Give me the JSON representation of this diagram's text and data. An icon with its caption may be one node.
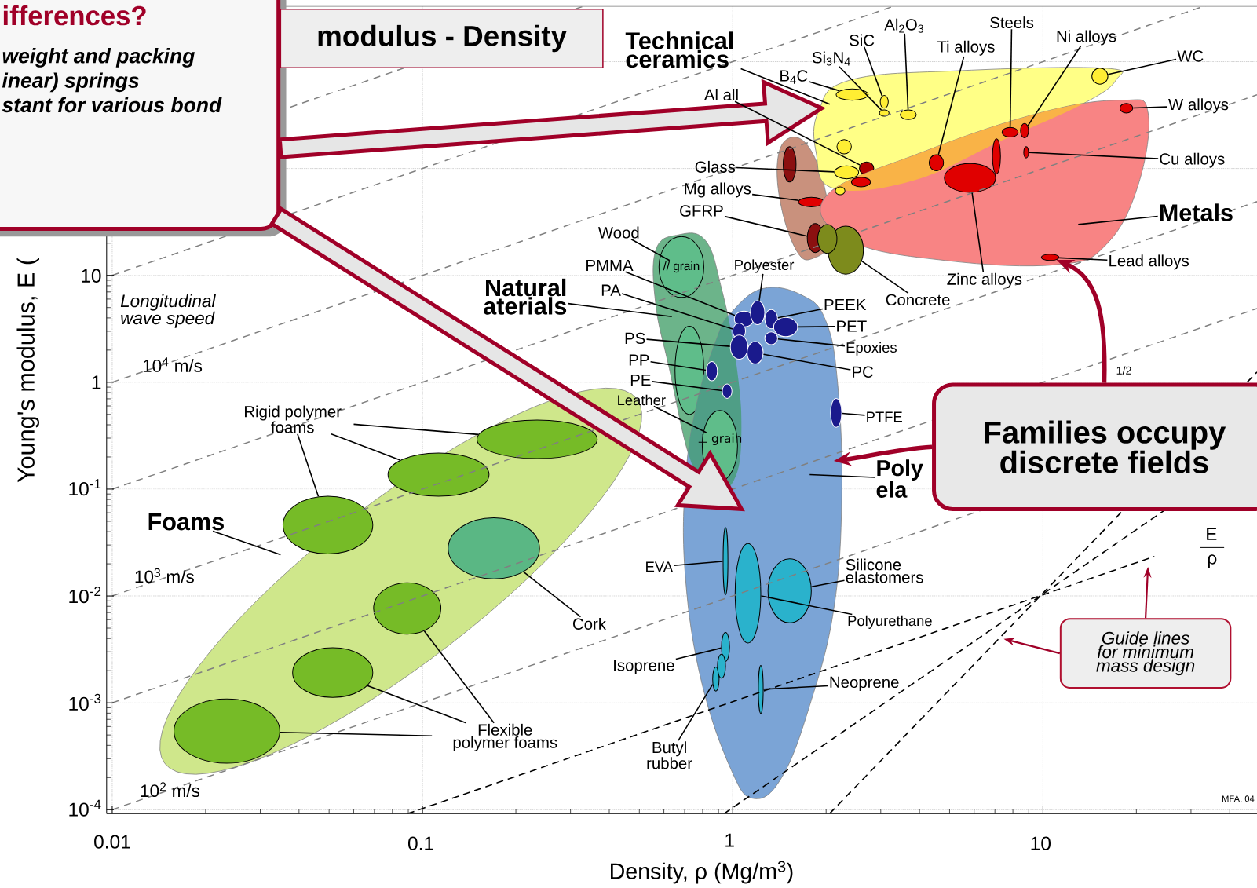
{
  "diagram": {
    "nodes": [
      {
        "text": [
          "ifferences?",
          "weight and packing",
          "inear) springs",
          "stant for various bond"
        ]
      },
      {
        "text": [
          "modulus - Density"
        ]
      },
      {
        "text": [
          "Families occupy discrete fields"
        ]
      },
      {
        "text": [
          "Guide lines for minimum mass design"
        ]
      },
      {
        "text": [
          "Technical ceramics"
        ]
      },
      {
        "text": [
          "B$_{4}$C"
        ]
      },
      {
        "text": [
          "Si$_{3}$N$_{4}$"
        ]
      },
      {
        "text": [
          "SiC"
        ]
      },
      {
        "text": [
          "Al$_{2}$O$_{3}$"
        ]
      },
      {
        "text": [
          "Ti alloys"
        ]
      },
      {
        "text": [
          "Steels"
        ]
      },
      {
        "text": [
          "Ni alloys"
        ]
      },
      {
        "text": [
          "WC"
        ]
      },
      {
        "text": [
          "W alloys"
        ]
      },
      {
        "text": [
          "Cu alloys"
        ]
      },
      {
        "text": [
          "Metals"
        ]
      },
      {
        "text": [
          "Lead alloys"
        ]
      },
      {
        "text": [
          "Zinc alloys"
        ]
      },
      {
        "text": [
          "Concrete"
        ]
      },
      {
        "text": [
          "Al all"
        ]
      },
      {
        "text": [
          "Glass"
        ]
      },
      {
        "text": [
          "Mg alloys"
        ]
      },
      {
        "text": [
          "GFRP"
        ]
      },
      {
        "text": [
          "Natural aterials"
        ]
      },
      {
        "text": [
          "Wood"
        ]
      },
      {
        "text": [
          "PMMA"
        ]
      },
      {
        "text": [
          "PA"
        ]
      },
      {
        "text": [
          "Polyester"
        ]
      },
      {
        "text": [
          "PEEK"
        ]
      },
      {
        "text": [
          "PET"
        ]
      },
      {
        "text": [
          "Epoxies"
        ]
      },
      {
        "text": [
          "PC"
        ]
      },
      {
        "text": [
          "PS"
        ]
      },
      {
        "text": [
          "PP"
        ]
      },
      {
        "text": [
          "PE"
        ]
      },
      {
        "text": [
          "Leather"
        ]
      },
      {
        "text": [
          "PTFE"
        ]
      },
      {
        "text": [
          "Poly ela"
        ]
      },
      {
        "text": [
          "EVA"
        ]
      },
      {
        "text": [
          "Silicone elastomers"
        ]
      },
      {
        "text": [
          "Polyurethane"
        ]
      },
      {
        "text": [
          "Isoprene"
        ]
      },
      {
        "text": [
          "Neoprene"
        ]
      },
      {
        "text": [
          "Butyl rubber"
        ]
      },
      {
        "text": [
          "Foams"
        ]
      },
      {
        "text": [
          "Rigid polymer foams"
        ]
      },
      {
        "text": [
          "Cork"
        ]
      },
      {
        "text": [
          "Flexible polymer foams"
        ]
      },
      {
        "text": [],
        "shape": "bubble"
      },
      {
        "text": [],
        "shape": "bubble"
      },
      {
        "text": [],
        "shape": "bubble"
      },
      {
        "text": [],
        "shape": "bubble"
      },
      {
        "text": [],
        "shape": "bubble"
      },
      {
        "text": [],
        "shape": "bubble"
      },
      {
        "text": [],
        "shape": "ellipse",
        "in": 52
      },
      {
        "text": [],
        "shape": "ellipse",
        "in": 52
      },
      {
        "text": [],
        "shape": "ellipse",
        "in": 52
      },
      {
        "text": [],
        "shape": "ellipse",
        "in": 52
      },
      {
        "text": [],
        "shape": "ellipse",
        "in": 52
      },
      {
        "text": [],
        "shape": "ellipse",
        "in": 51
      },
      {
        "text": [],
        "shape": "ellipse"
      },
      {
        "text": [],
        "shape": "ellipse",
        "in": 51
      },
      {
        "text": [],
        "shape": "ellipse",
        "in": 51
      },
      {
        "text": [],
        "shape": "ellipse"
      },
      {
        "text": [],
        "shape": "ellipse",
        "in": 52
      },
      {
        "text": [],
        "shape": "ellipse",
        "in": 52
      },
      {
        "text": [],
        "shape": "ellipse",
        "in": 51
      },
      {
        "text": [],
        "shape": "ellipse",
        "in": 53
      },
      {
        "text": [],
        "shape": "ellipse",
        "in": 53
      },
      {
        "text": [],
        "shape": "ellipse"
      },
      {
        "text": [],
        "shape": "ellipse",
        "in": 51
      },
      {
        "text": [
          "// grain"
        ],
        "in": 49
      },
      {
        "text": [],
        "shape": "ellipse",
        "in": 50
      },
      {
        "text": [],
        "shape": "ellipse",
        "in": 50
      },
      {
        "text": [],
        "shape": "ellipse",
        "in": 50
      },
      {
        "text": [],
        "shape": "ellipse",
        "in": 50
      },
      {
        "text": [],
        "shape": "ellipse",
        "in": 50
      },
      {
        "text": [],
        "shape": "ellipse",
        "in": 50
      },
      {
        "text": [],
        "shape": "ellipse",
        "in": 50
      },
      {
        "text": [],
        "shape": "ellipse",
        "in": 50
      },
      {
        "text": [],
        "shape": "ellipse"
      },
      {
        "text": [],
        "shape": "ellipse"
      },
      {
        "text": [],
        "shape": "ellipse",
        "in": 50
      },
      {
        "text": [
          "⊥ grain"
        ]
      },
      {
        "text": [],
        "shape": "ellipse",
        "in": 50
      },
      {
        "text": [],
        "shape": "ellipse",
        "in": 50
      },
      {
        "text": [],
        "shape": "ellipse",
        "in": 50
      },
      {
        "text": [],
        "shape": "ellipse",
        "in": 50
      },
      {
        "text": [],
        "shape": "ellipse",
        "in": 50
      },
      {
        "text": [],
        "shape": "ellipse",
        "in": 50
      },
      {
        "text": [],
        "shape": "ellipse",
        "in": 48
      },
      {
        "text": [],
        "shape": "ellipse",
        "in": 48
      },
      {
        "text": [],
        "shape": "ellipse",
        "in": 48
      },
      {
        "text": [],
        "shape": "ellipse",
        "in": 48
      },
      {
        "text": [],
        "shape": "ellipse",
        "in": 48
      },
      {
        "text": [],
        "shape": "ellipse",
        "in": 48
      },
      {
        "text": [],
        "shape": "ellipse",
        "in": 48
      },
      {
        "text": [],
        "shape": "ellipse",
        "in": 52
      },
      {
        "text": [],
        "shape": "ellipse",
        "in": 51
      },
      {
        "text": [],
        "shape": "ellipse",
        "in": 51
      },
      {
        "text": [],
        "shape": "ellipse"
      },
      {
        "text": [],
        "shape": "ellipse",
        "in": 53
      },
      {
        "text": [],
        "shape": "ellipse"
      },
      {
        "text": [],
        "shape": "ellipse",
        "in": 50
      },
      {
        "text": [],
        "shape": "ellipse",
        "in": 49
      }
    ],
    "edges": [
      {
        "from": 0,
        "to": 52,
        "arrow": "to",
        "style": "thick",
        "color": "#a00028"
      },
      {
        "from": 0,
        "to": 50,
        "arrow": "to",
        "style": "thick",
        "color": "#a00028"
      },
      {
        "from": 2,
        "to": 70,
        "arrow": "to",
        "style": "thick",
        "color": "#a00028"
      },
      {
        "from": 2,
        "to": 50,
        "arrow": "to",
        "style": "thick",
        "color": "#a00028"
      },
      {
        "from": 3,
        "to": null,
        "arrow": "to",
        "color": "#a00028"
      },
      {
        "from": 3,
        "to": null,
        "arrow": "to",
        "color": "#a00028"
      },
      {
        "from": 4,
        "to": 52,
        "arrow": "none"
      },
      {
        "from": 5,
        "to": 54,
        "arrow": "none"
      },
      {
        "from": 6,
        "to": 56,
        "arrow": "none"
      },
      {
        "from": 7,
        "to": 55,
        "arrow": "none"
      },
      {
        "from": 8,
        "to": 57,
        "arrow": "none"
      },
      {
        "from": 9,
        "to": 63,
        "arrow": "none"
      },
      {
        "from": 10,
        "to": 60,
        "arrow": "none"
      },
      {
        "from": 11,
        "to": 61,
        "arrow": "none"
      },
      {
        "from": 12,
        "to": 58,
        "arrow": "none"
      },
      {
        "from": 13,
        "to": 59,
        "arrow": "none"
      },
      {
        "from": 14,
        "to": 62,
        "arrow": "none"
      },
      {
        "from": 15,
        "to": 51,
        "arrow": "none"
      },
      {
        "from": 16,
        "to": 70,
        "arrow": "none"
      },
      {
        "from": 17,
        "to": 66,
        "arrow": "none"
      },
      {
        "from": 18,
        "to": 69,
        "arrow": "none"
      },
      {
        "from": 19,
        "to": 65,
        "arrow": "none"
      },
      {
        "from": 20,
        "to": 64,
        "arrow": "none"
      },
      {
        "from": 21,
        "to": 67,
        "arrow": "none"
      },
      {
        "from": 22,
        "to": 68,
        "arrow": "none"
      },
      {
        "from": 23,
        "to": 49,
        "arrow": "none"
      },
      {
        "from": 24,
        "to": 71,
        "arrow": "none"
      },
      {
        "from": 25,
        "to": 72,
        "arrow": "none"
      },
      {
        "from": 26,
        "to": 76,
        "arrow": "none"
      },
      {
        "from": 27,
        "to": 73,
        "arrow": "none"
      },
      {
        "from": 28,
        "to": 74,
        "arrow": "none"
      },
      {
        "from": 29,
        "to": 75,
        "arrow": "none"
      },
      {
        "from": 30,
        "to": 77,
        "arrow": "none"
      },
      {
        "from": 31,
        "to": 79,
        "arrow": "none"
      },
      {
        "from": 32,
        "to": 78,
        "arrow": "none"
      },
      {
        "from": 33,
        "to": 80,
        "arrow": "none"
      },
      {
        "from": 34,
        "to": 81,
        "arrow": "none"
      },
      {
        "from": 35,
        "to": 83,
        "arrow": "none"
      },
      {
        "from": 36,
        "to": 82,
        "arrow": "none"
      },
      {
        "from": 37,
        "to": 50,
        "arrow": "none"
      },
      {
        "from": 38,
        "to": 84,
        "arrow": "none"
      },
      {
        "from": 39,
        "to": 86,
        "arrow": "none"
      },
      {
        "from": 40,
        "to": 85,
        "arrow": "none"
      },
      {
        "from": 41,
        "to": 87,
        "arrow": "none"
      },
      {
        "from": 42,
        "to": 89,
        "arrow": "none"
      },
      {
        "from": 43,
        "to": 88,
        "arrow": "none"
      },
      {
        "from": 44,
        "to": 48,
        "arrow": "none"
      },
      {
        "from": 45,
        "to": 90,
        "arrow": "none"
      },
      {
        "from": 45,
        "to": 91,
        "arrow": "none"
      },
      {
        "from": 45,
        "to": 92,
        "arrow": "none"
      },
      {
        "from": 46,
        "to": 93,
        "arrow": "none"
      },
      {
        "from": 47,
        "to": 96,
        "arrow": "none"
      },
      {
        "from": 47,
        "to": 95,
        "arrow": "none"
      },
      {
        "from": 47,
        "to": 94,
        "arrow": "none"
      }
    ],
    "labels": [
      "Longitudinal wave speed",
      "10$^{4}$ m/s",
      "10$^{3}$ m/s",
      "10$^{2}$ m/s",
      "1/2",
      "E",
      "ρ",
      "MFA, 04",
      "0.01",
      "0.1",
      "1",
      "10",
      "10",
      "1",
      "10$^{-1}$",
      "10$^{-2}$",
      "10$^{-3}$",
      "10$^{-4}$",
      "Young's modulus, E (",
      "Density, ρ (Mg/m$^{3}$)"
    ]
  }
}
